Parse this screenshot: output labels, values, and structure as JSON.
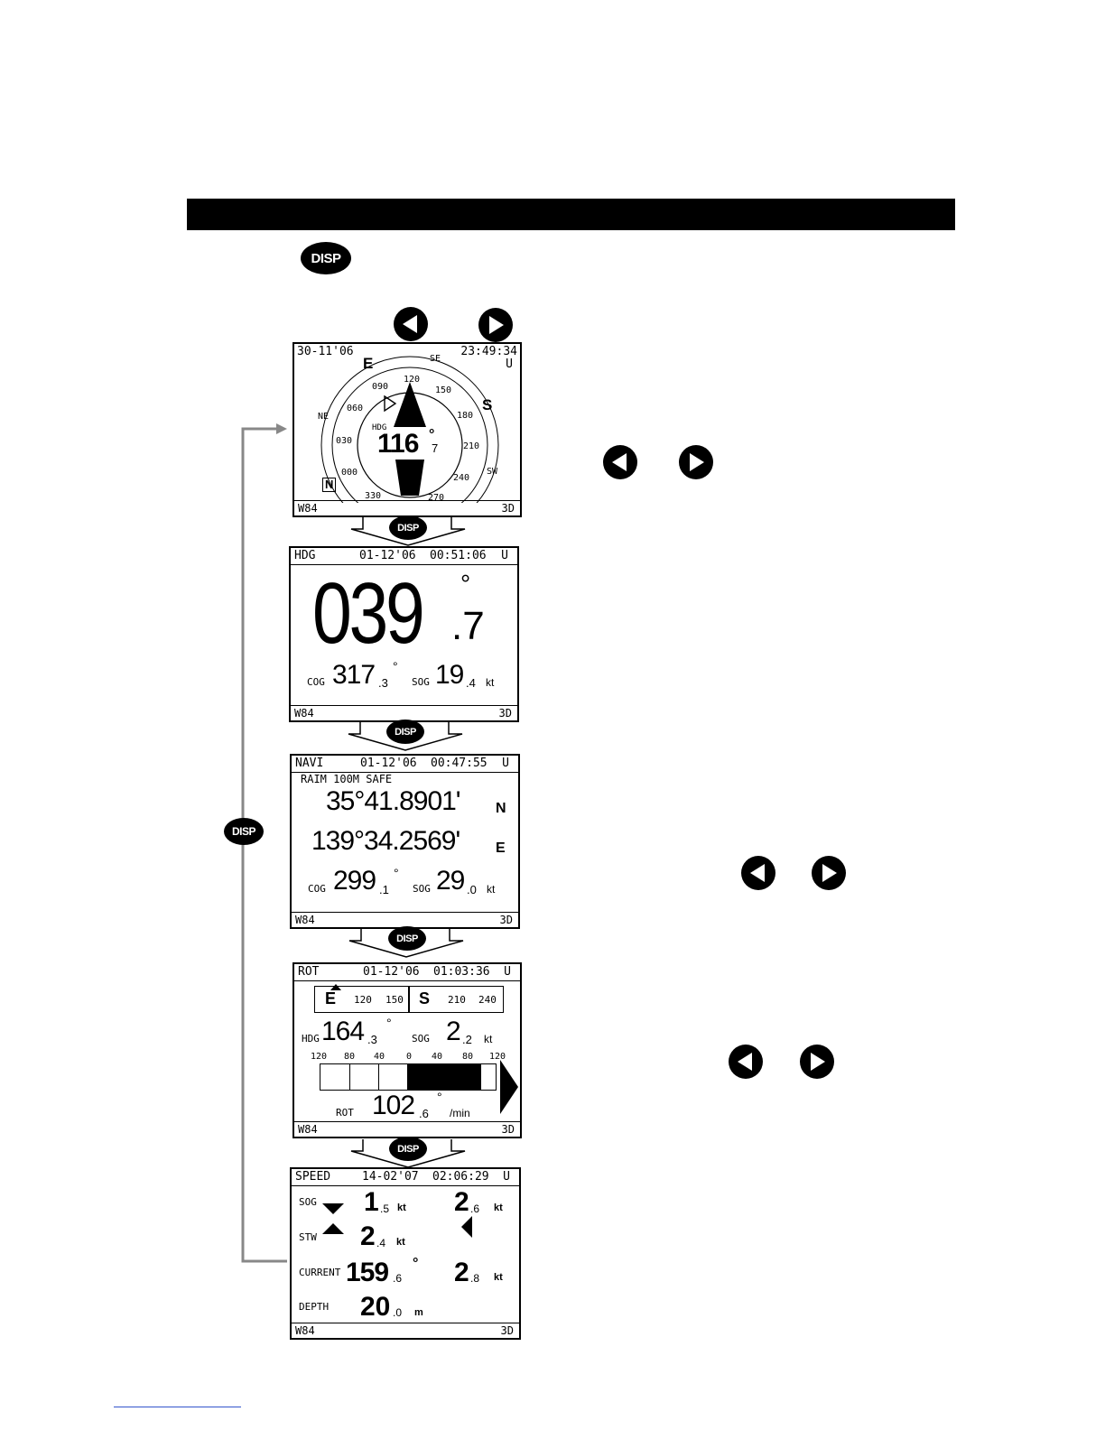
{
  "keys": {
    "disp": "DISP"
  },
  "compass": {
    "date": "30-11'06",
    "time": "23:49:34",
    "mode": "U",
    "hdg_label": "HDG",
    "hdg_int": "116",
    "hdg_dec": "7",
    "deg": "°",
    "dirs": [
      "E",
      "SE",
      "S",
      "NE",
      "SW",
      "N"
    ],
    "ticks": [
      "120",
      "090",
      "150",
      "060",
      "180",
      "030",
      "210",
      "000",
      "240",
      "330",
      "270"
    ],
    "datum": "W84",
    "mode3d": "3D"
  },
  "hdg_screen": {
    "title": "HDG",
    "date": "01-12'06",
    "time": "00:51:06",
    "mode": "U",
    "hdg_int": "039",
    "hdg_dec": ".7",
    "deg": "°",
    "cog_label": "COG",
    "cog_int": "317",
    "cog_dec": ".3",
    "sog_label": "SOG",
    "sog_int": "19",
    "sog_dec": ".4",
    "unit_kt": "kt",
    "datum": "W84",
    "mode3d": "3D"
  },
  "navi_screen": {
    "title": "NAVI",
    "date": "01-12'06",
    "time": "00:47:55",
    "mode": "U",
    "raim": "RAIM  100M  SAFE",
    "lat": "35°41.8901'",
    "lat_h": "N",
    "lon": "139°34.2569'",
    "lon_h": "E",
    "cog_label": "COG",
    "cog_int": "299",
    "cog_dec": ".1",
    "deg": "°",
    "sog_label": "SOG",
    "sog_int": "29",
    "sog_dec": ".0",
    "unit_kt": "kt",
    "datum": "W84",
    "mode3d": "3D"
  },
  "rot_screen": {
    "title": "ROT",
    "date": "01-12'06",
    "time": "01:03:36",
    "mode": "U",
    "tape": [
      "E",
      "120",
      "150",
      "S",
      "210",
      "240"
    ],
    "hdg_label": "HDG",
    "hdg_int": "164",
    "hdg_dec": ".3",
    "deg": "°",
    "sog_label": "SOG",
    "sog_int": "2",
    "sog_dec": ".2",
    "unit_kt": "kt",
    "scale": [
      "120",
      "80",
      "40",
      "0",
      "40",
      "80",
      "120"
    ],
    "rot_label": "ROT",
    "rot_int": "102",
    "rot_dec": ".6",
    "rot_unit": "/min",
    "rot_fraction": 0.85,
    "datum": "W84",
    "mode3d": "3D"
  },
  "speed_screen": {
    "title": "SPEED",
    "date": "14-02'07",
    "time": "02:06:29",
    "mode": "U",
    "sog_label": "SOG",
    "sog_a_int": "1",
    "sog_a_dec": ".5",
    "sog_b_int": "2",
    "sog_b_dec": ".6",
    "stw_label": "STW",
    "stw_int": "2",
    "stw_dec": ".4",
    "current_label": "CURRENT",
    "cur_dir_int": "159",
    "cur_dir_dec": ".6",
    "deg": "°",
    "cur_spd_int": "2",
    "cur_spd_dec": ".8",
    "unit_kt": "kt",
    "depth_label": "DEPTH",
    "depth_int": "20",
    "depth_dec": ".0",
    "unit_m": "m",
    "datum": "W84",
    "mode3d": "3D"
  }
}
